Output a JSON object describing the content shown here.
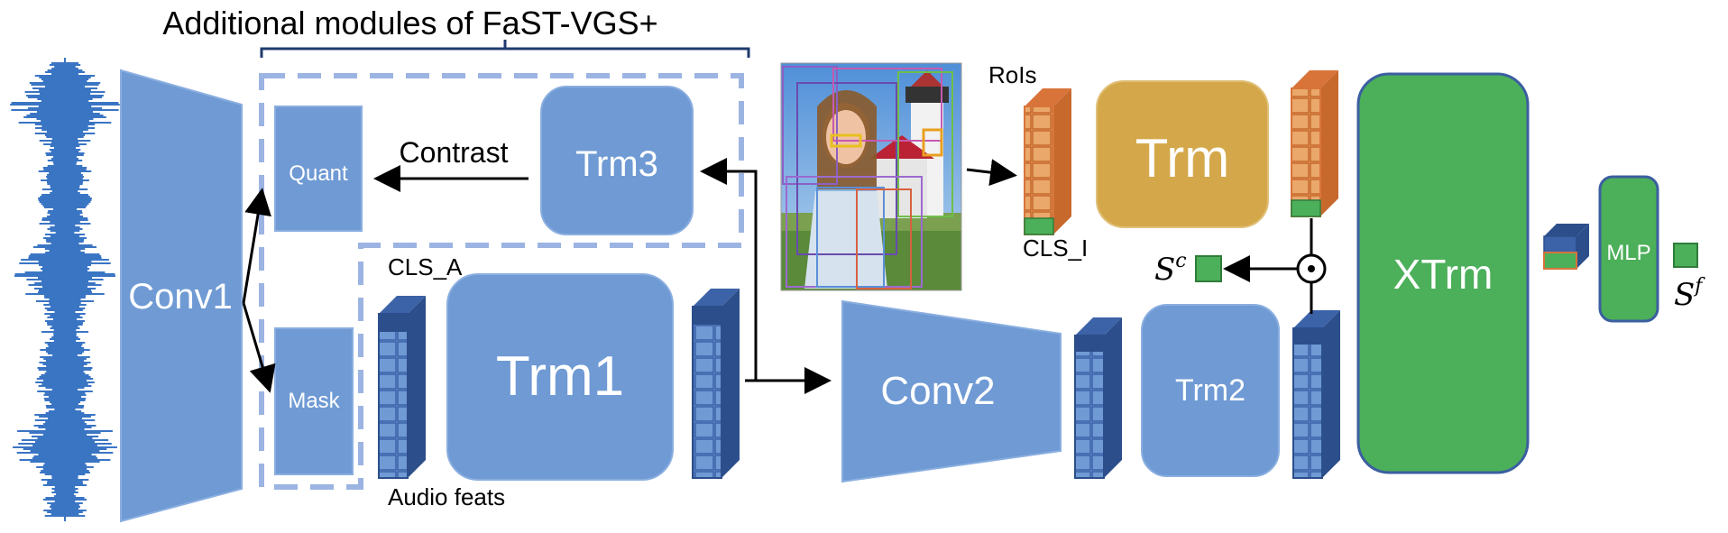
{
  "title": "Additional modules of FaST-VGS+",
  "labels": {
    "conv1": "Conv1",
    "quant": "Quant",
    "mask": "Mask",
    "contrast": "Contrast",
    "trm3": "Trm3",
    "cls_a": "CLS_A",
    "trm1": "Trm1",
    "audio_feats": "Audio feats",
    "rois": "RoIs",
    "trm": "Trm",
    "cls_i": "CLS_I",
    "conv2": "Conv2",
    "trm2": "Trm2",
    "xtrm": "XTrm",
    "mlp": "MLP",
    "sc_base": "S",
    "sc_sup": "c",
    "sf_base": "S",
    "sf_sup": "f"
  },
  "colors": {
    "block_blue": "#6f9ad4",
    "block_border": "#8aaee0",
    "dashed": "#9cb4e2",
    "brace": "#1f3b6e",
    "feat_dark": "#2c4e8a",
    "feat_mid": "#3c62a8",
    "trm_gold": "#d4a84a",
    "trm_green": "#4caf5a",
    "green_border": "#2e7d3a",
    "orange_border": "#d8743a",
    "waveform": "#3a75c4"
  },
  "icons": {
    "dot_product": "circled-dot-icon",
    "image": "photo-icon",
    "waveform": "audio-waveform-icon"
  }
}
